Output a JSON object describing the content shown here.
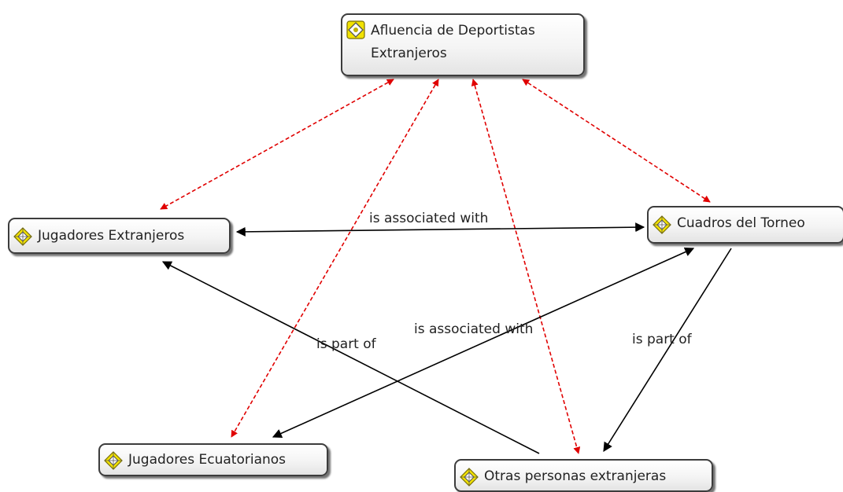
{
  "diagram": {
    "nodes": {
      "afluencia": {
        "label": "Afluencia de Deportistas Extranjeros",
        "icon": "concept-icon"
      },
      "jugadores_extranjeros": {
        "label": "Jugadores Extranjeros",
        "icon": "concept-icon"
      },
      "cuadros_torneo": {
        "label": "Cuadros del Torneo",
        "icon": "concept-icon"
      },
      "jugadores_ecuatorianos": {
        "label": "Jugadores Ecuatorianos",
        "icon": "concept-icon"
      },
      "otras_personas": {
        "label": "Otras personas extranjeras",
        "icon": "concept-icon"
      }
    },
    "links": {
      "jugext_cuadros": "is associated with",
      "otras_jugext": "is part of",
      "cuadros_jugecu": "is associated with",
      "cuadros_otras": "is part of"
    },
    "colors": {
      "relation_line": "#000000",
      "dashed_line": "#e00000",
      "icon_fill": "#f2e200",
      "node_border": "#3c3c3c"
    }
  }
}
